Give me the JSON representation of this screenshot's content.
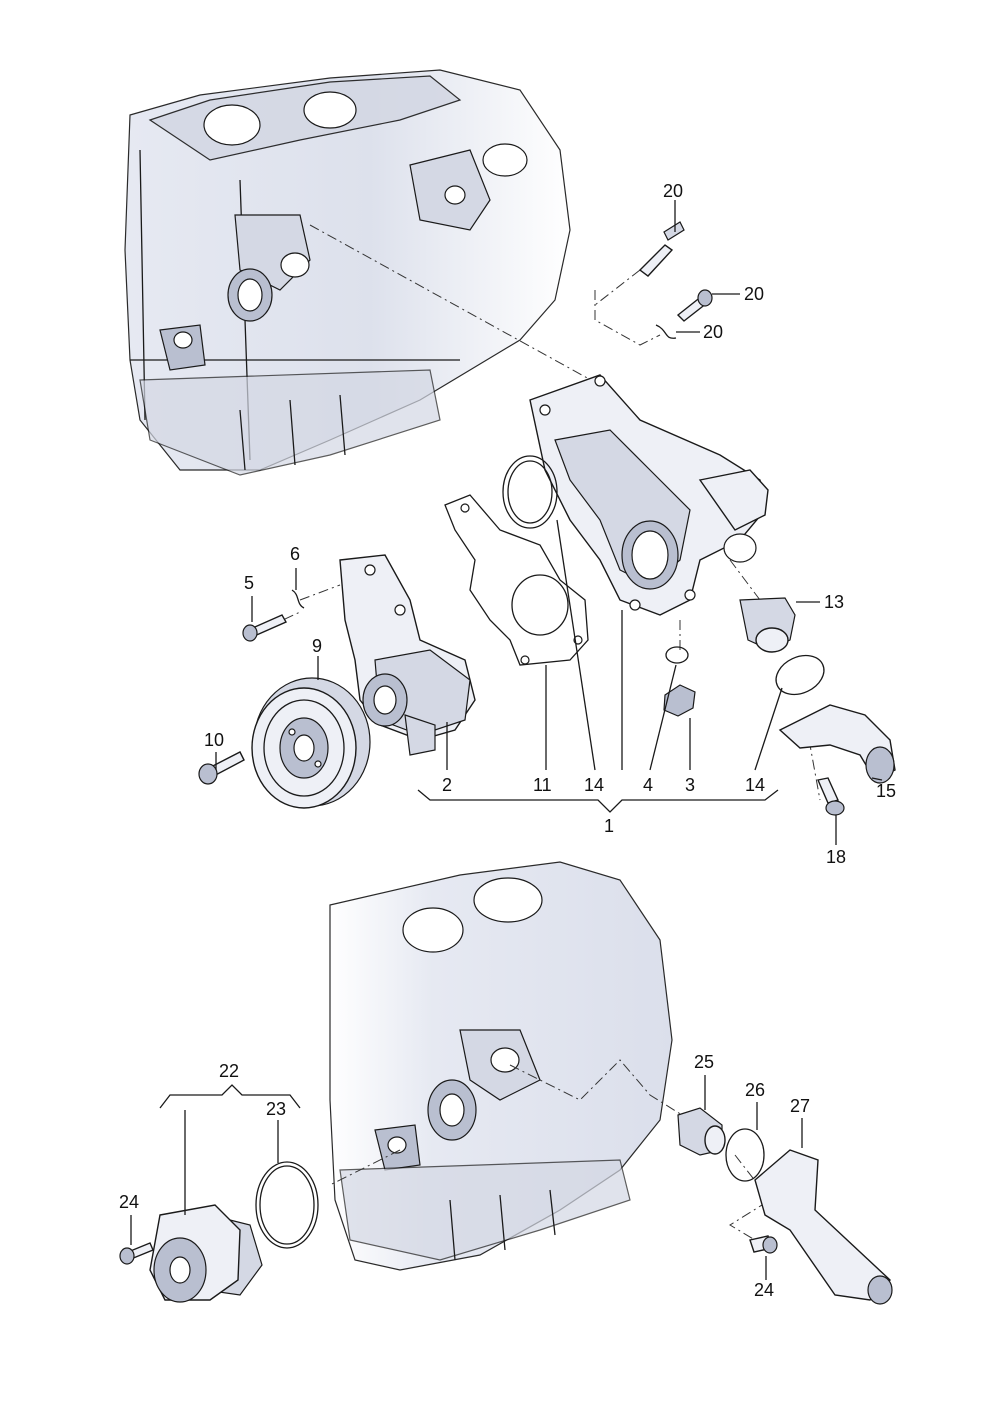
{
  "diagram": {
    "labels": [
      {
        "id": "label-20a",
        "text": "20"
      },
      {
        "id": "label-20b",
        "text": "20"
      },
      {
        "id": "label-20c",
        "text": "20"
      },
      {
        "id": "label-13",
        "text": "13"
      },
      {
        "id": "label-6",
        "text": "6"
      },
      {
        "id": "label-5",
        "text": "5"
      },
      {
        "id": "label-9",
        "text": "9"
      },
      {
        "id": "label-10",
        "text": "10"
      },
      {
        "id": "label-2",
        "text": "2"
      },
      {
        "id": "label-11",
        "text": "11"
      },
      {
        "id": "label-14a",
        "text": "14"
      },
      {
        "id": "label-4",
        "text": "4"
      },
      {
        "id": "label-3",
        "text": "3"
      },
      {
        "id": "label-14b",
        "text": "14"
      },
      {
        "id": "label-15",
        "text": "15"
      },
      {
        "id": "label-1",
        "text": "1"
      },
      {
        "id": "label-18",
        "text": "18"
      },
      {
        "id": "label-22",
        "text": "22"
      },
      {
        "id": "label-23",
        "text": "23"
      },
      {
        "id": "label-24a",
        "text": "24"
      },
      {
        "id": "label-25",
        "text": "25"
      },
      {
        "id": "label-26",
        "text": "26"
      },
      {
        "id": "label-27",
        "text": "27"
      },
      {
        "id": "label-24b",
        "text": "24"
      }
    ]
  }
}
